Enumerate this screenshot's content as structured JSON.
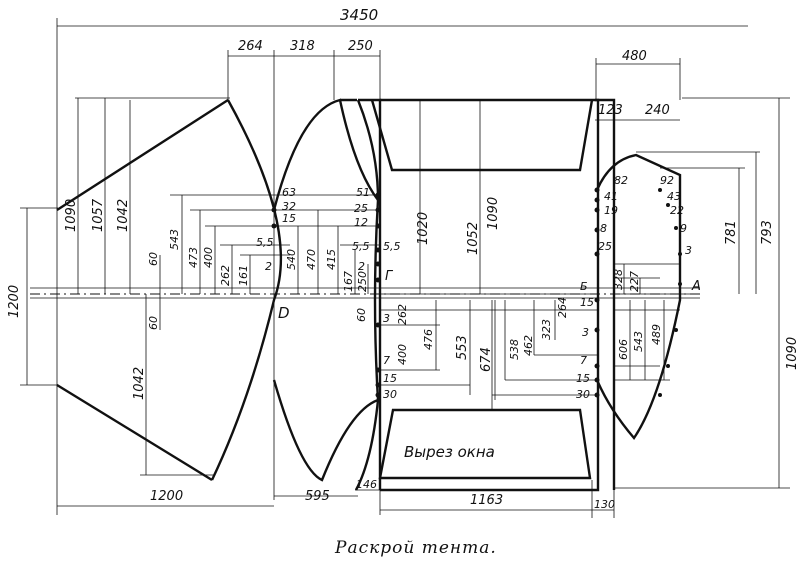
{
  "caption": "Раскрой тента.",
  "window_cutout_label": "Вырез окна",
  "dims_top": {
    "overall": "3450",
    "d264": "264",
    "d318": "318",
    "d250": "250",
    "d480": "480",
    "d240": "240",
    "d123": "123"
  },
  "dims_bottom": {
    "d1200": "1200",
    "d595": "595",
    "d146": "146",
    "d1163": "1163",
    "d130": "130"
  },
  "dims_left": {
    "d1200": "1200",
    "d1090": "1090",
    "d1057": "1057",
    "d1042_top": "1042",
    "d1042_bottom": "1042",
    "d60_top": "60",
    "d60_bottom": "60",
    "d543": "543",
    "d473": "473",
    "d400": "400",
    "d262": "262",
    "d161": "161"
  },
  "dims_center": {
    "d540": "540",
    "d470": "470",
    "d415": "415",
    "d5_5a": "5,5",
    "d5_5b": "5,5",
    "d5_5c": "5,5",
    "d2a": "2",
    "d2b": "2",
    "d63": "63",
    "d32": "32",
    "d15": "15",
    "d51": "51",
    "d25": "25",
    "d12": "12",
    "d167": "167",
    "d250": "250",
    "d1020": "1020",
    "d1052": "1052",
    "d1090": "1090",
    "g_label": "Г",
    "d_label": "D"
  },
  "dims_lower_center": {
    "d60": "60",
    "d3": "3",
    "d262": "262",
    "d400": "400",
    "d476": "476",
    "d553": "553",
    "d674": "674",
    "d7": "7",
    "d15": "15",
    "d30": "30"
  },
  "dims_right_center": {
    "d538": "538",
    "d462": "462",
    "d323": "323",
    "d264": "264",
    "d3": "3",
    "d7": "7",
    "d15": "15",
    "d30": "30",
    "b_label": "Б",
    "d15_top": "15"
  },
  "dims_right": {
    "d82": "82",
    "d92": "92",
    "d41": "41",
    "d43": "43",
    "d19": "19",
    "d22": "22",
    "d8": "8",
    "d9": "9",
    "d25": "25",
    "d3": "3",
    "d328": "328",
    "d227": "227",
    "a_label": "А",
    "d781": "781",
    "d793": "793",
    "d1090": "1090",
    "d606": "606",
    "d543": "543",
    "d489": "489"
  }
}
